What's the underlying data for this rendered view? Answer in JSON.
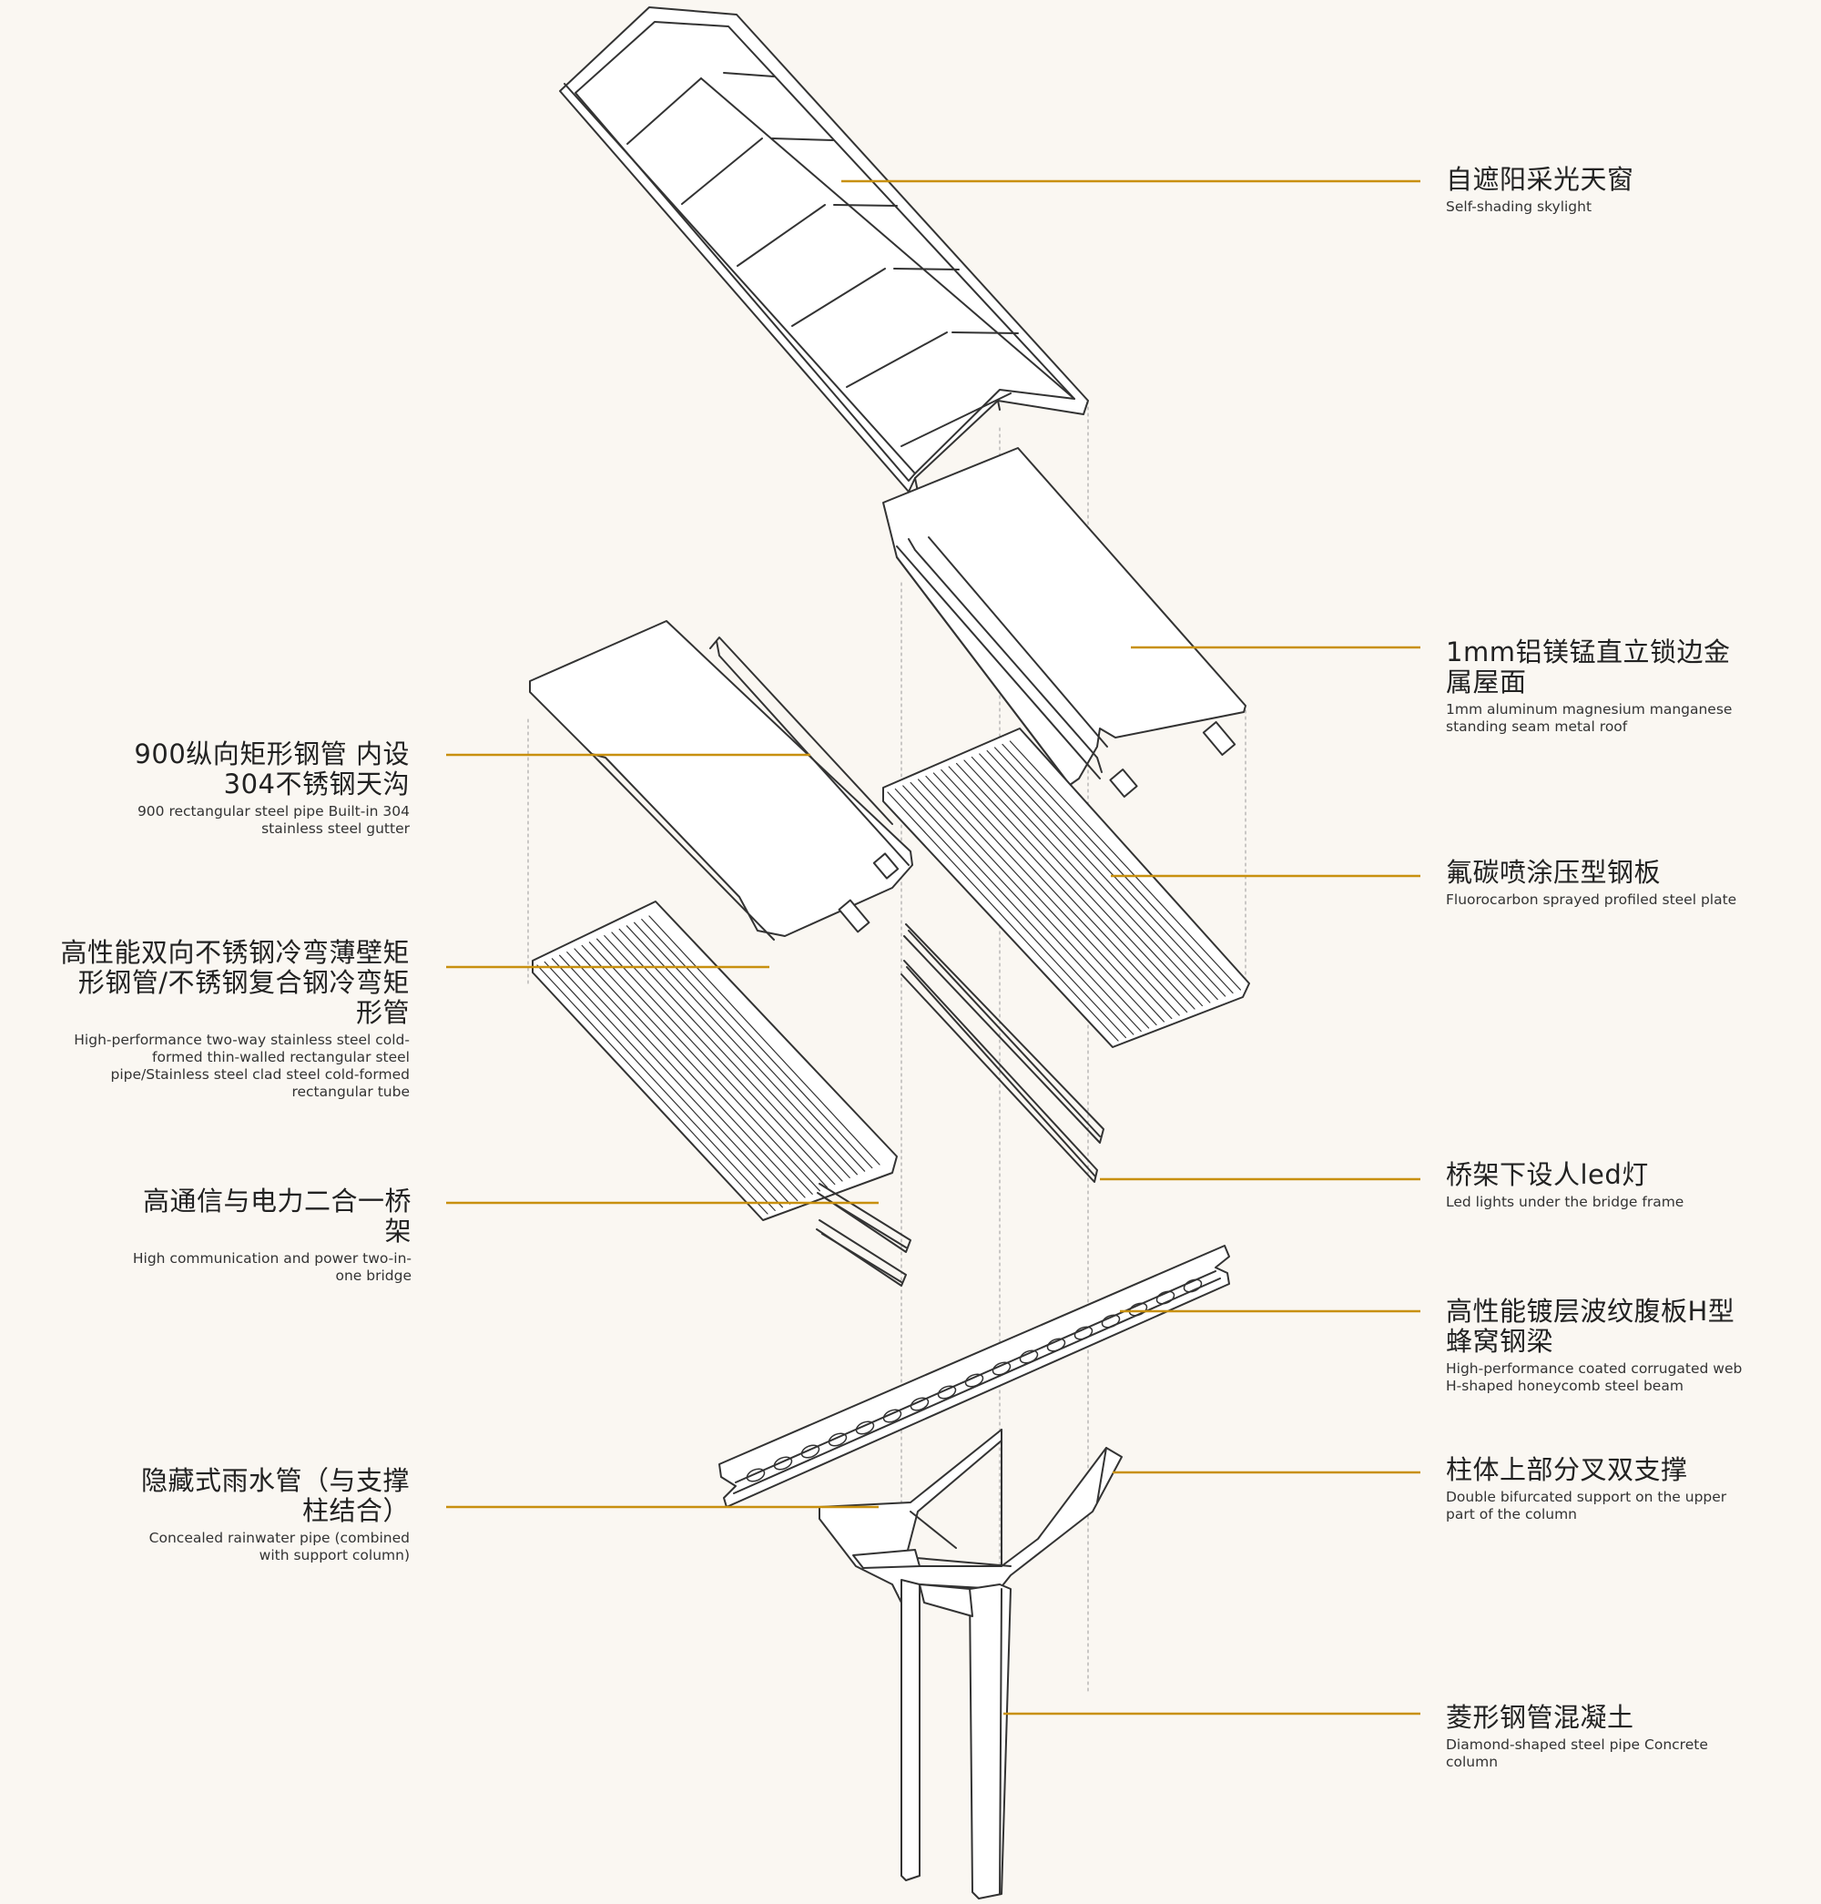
{
  "colors": {
    "background": "#faf7f2",
    "leader": "#c8900f",
    "line": "#333333",
    "panel_fill": "#ffffff"
  },
  "labels": {
    "skylight": {
      "zh": "自遮阳采光天窗",
      "en": "Self-shading skylight"
    },
    "metal_roof": {
      "zh": "1mm铝镁锰直立锁边金属屋面",
      "en": "1mm aluminum magnesium manganese standing seam metal roof"
    },
    "steel_pipe_gutter": {
      "zh": "900纵向矩形钢管 内设304不锈钢天沟",
      "en": "900 rectangular steel pipe Built-in 304 stainless steel gutter"
    },
    "profiled_plate": {
      "zh": "氟碳喷涂压型钢板",
      "en": "Fluorocarbon sprayed profiled steel plate"
    },
    "stainless_tube": {
      "zh": "高性能双向不锈钢冷弯薄壁矩形钢管/不锈钢复合钢冷弯矩形管",
      "en": "High-performance two-way stainless steel cold-formed thin-walled rectangular steel pipe/Stainless steel clad steel cold-formed rectangular tube"
    },
    "led_lights": {
      "zh": "桥架下设人led灯",
      "en": "Led lights under the bridge frame"
    },
    "bridge": {
      "zh": "高通信与电力二合一桥架",
      "en": "High communication and power two-in-one bridge"
    },
    "honeycomb_beam": {
      "zh": "高性能镀层波纹腹板H型蜂窝钢梁",
      "en": "High-performance coated corrugated web H-shaped honeycomb steel beam"
    },
    "rainwater_pipe": {
      "zh": "隐藏式雨水管（与支撑柱结合）",
      "en": "Concealed rainwater pipe (combined with support column)"
    },
    "bifurcated_support": {
      "zh": "柱体上部分叉双支撑",
      "en": "Double bifurcated support on the upper part of the column"
    },
    "concrete_column": {
      "zh": "菱形钢管混凝土",
      "en": "Diamond-shaped steel pipe Concrete column"
    }
  }
}
